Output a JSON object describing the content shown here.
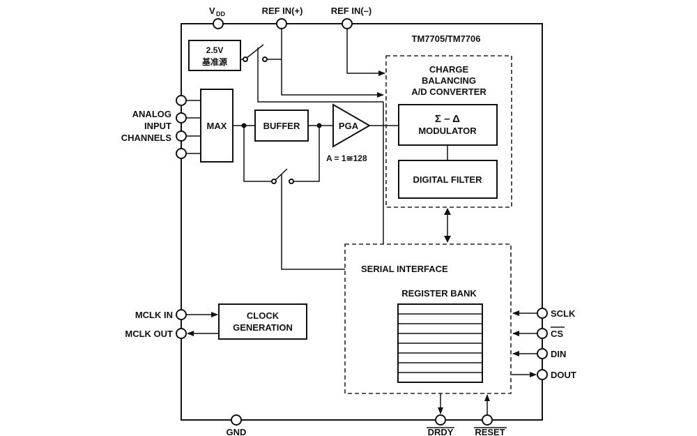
{
  "diagram": {
    "part_number": "TM7705/TM7706",
    "pins": {
      "vdd": "V",
      "vdd_sub": "DD",
      "ref_in_pos": "REF IN(+)",
      "ref_in_neg": "REF IN(–)",
      "analog_input": [
        "ANALOG",
        "INPUT",
        "CHANNELS"
      ],
      "mclk_in": "MCLK IN",
      "mclk_out": "MCLK OUT",
      "gnd": "GND",
      "drdy": "DRDY",
      "reset": "RESET",
      "sclk": "SCLK",
      "cs": "CS",
      "din": "DIN",
      "dout": "DOUT"
    },
    "blocks": {
      "reference_line1": "2.5V",
      "reference_line2": "基准源",
      "max": "MAX",
      "buffer": "BUFFER",
      "pga": "PGA",
      "gain": "A = 1≅128",
      "adc_line1": "CHARGE",
      "adc_line2": "BALANCING",
      "adc_line3": "A/D CONVERTER",
      "modulator_symbol": "Σ – Δ",
      "modulator_label": "MODULATOR",
      "digital_filter": "DIGITAL FILTER",
      "serial_interface": "SERIAL INTERFACE",
      "register_bank": "REGISTER BANK",
      "clock_line1": "CLOCK",
      "clock_line2": "GENERATION"
    }
  }
}
